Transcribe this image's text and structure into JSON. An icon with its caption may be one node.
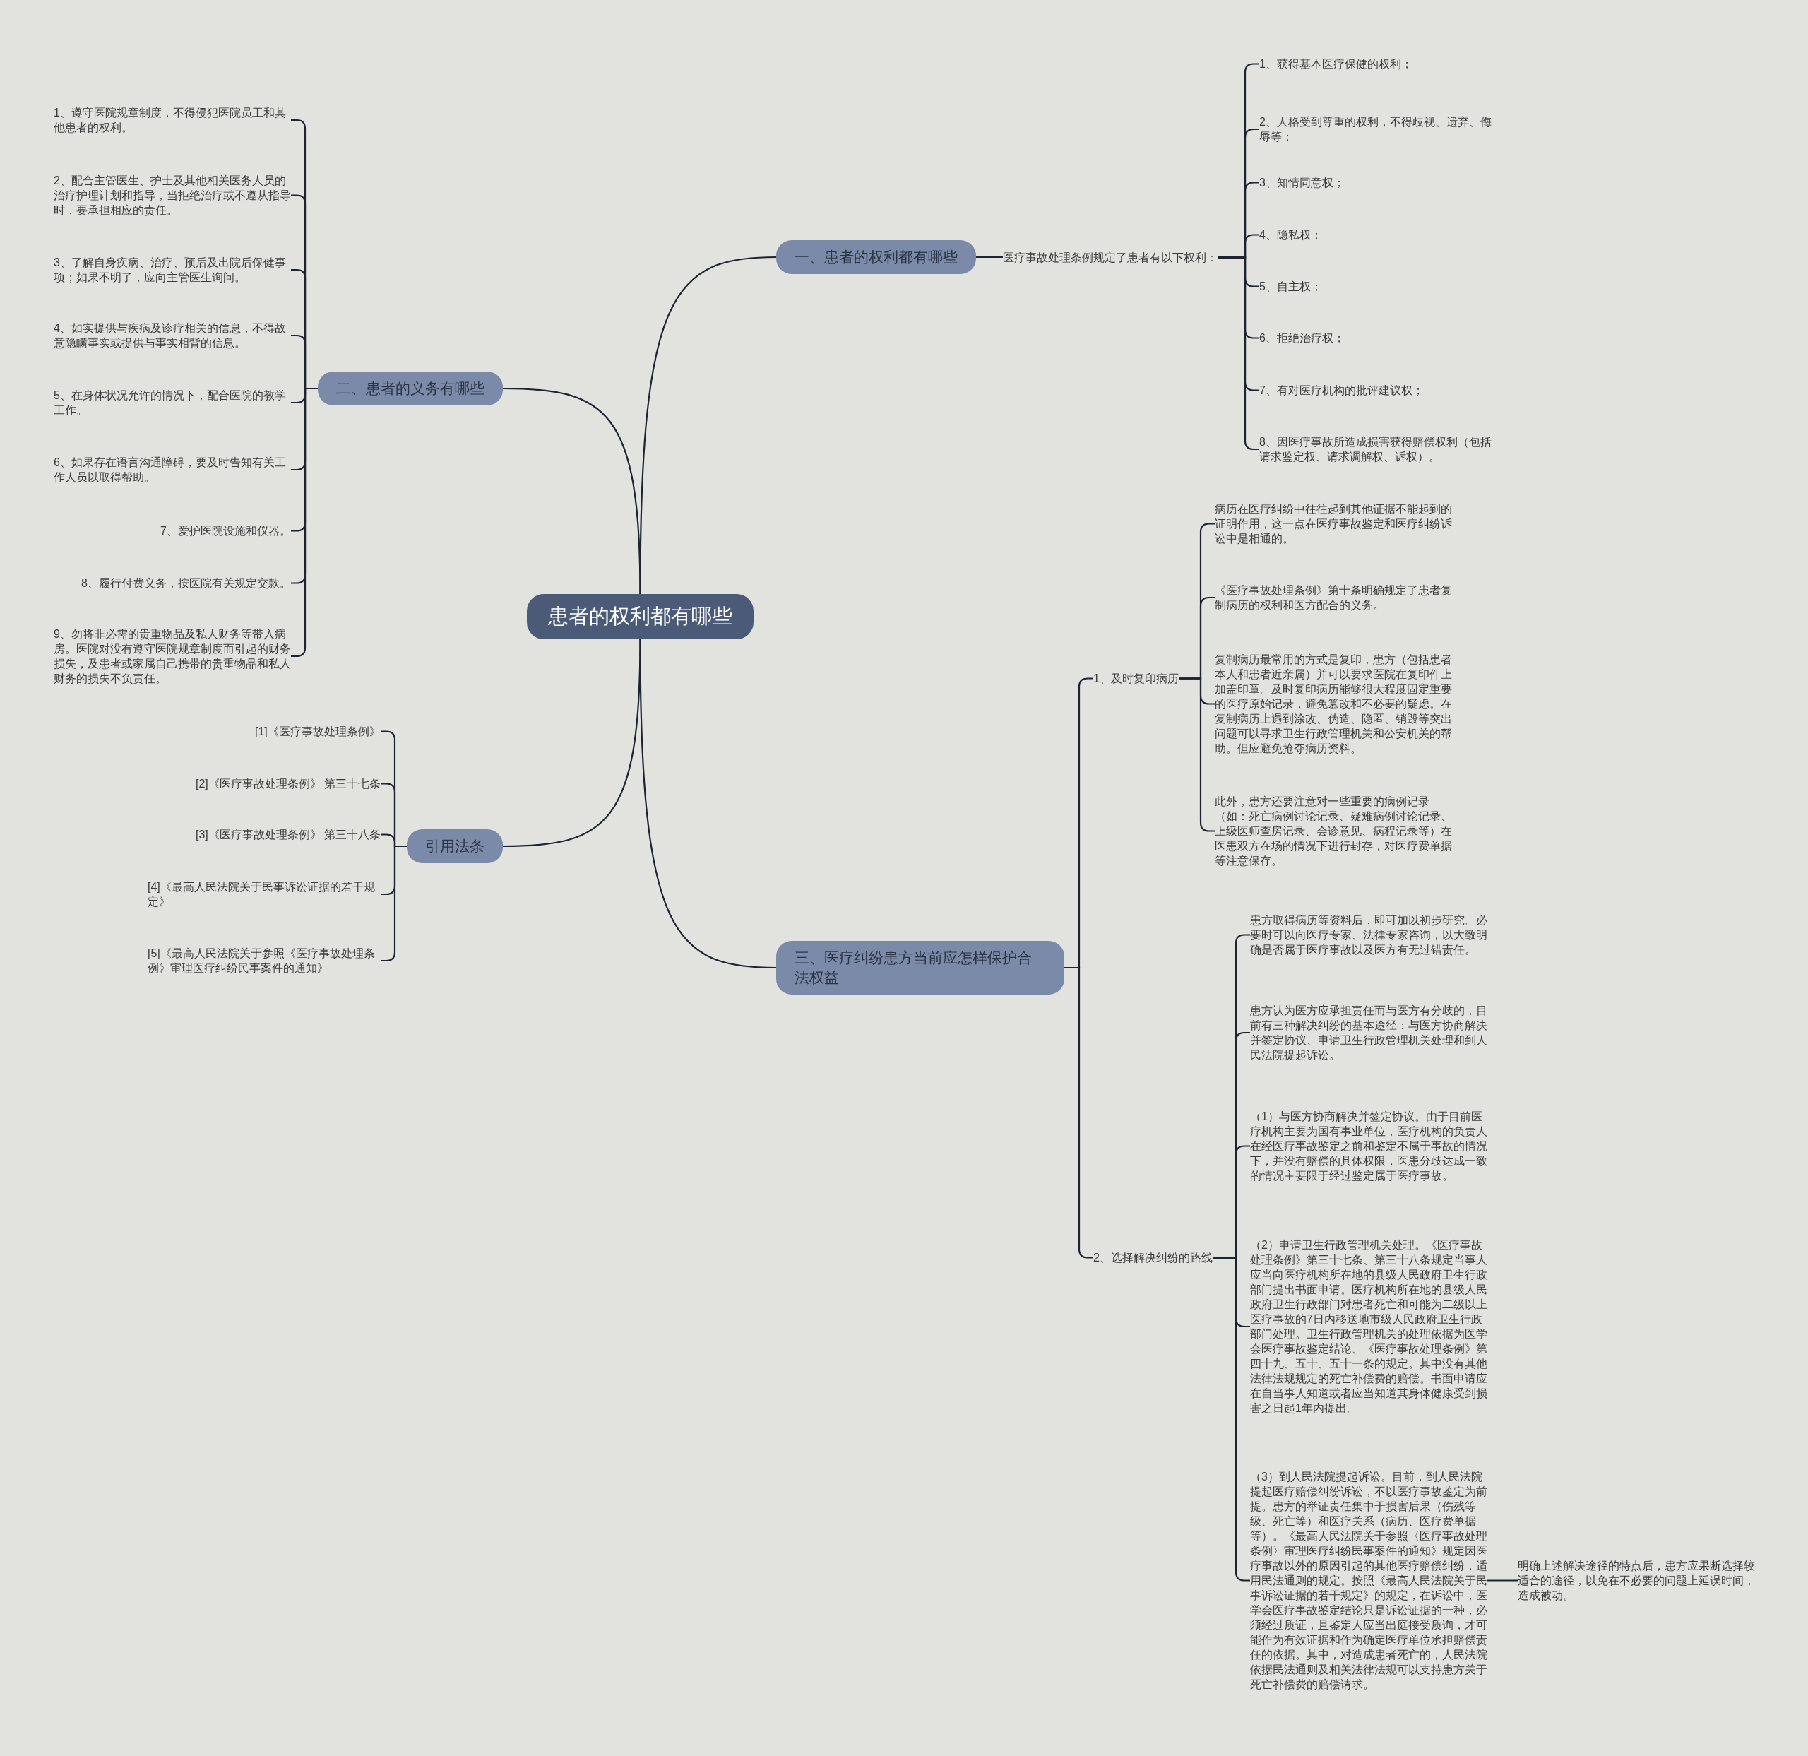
{
  "diagram": {
    "nodes": [
      {
        "text": [
          "患者的权利都有哪些"
        ]
      },
      {
        "text": [
          "一、患者的权利都有哪些"
        ]
      },
      {
        "text": [
          "医疗事故处理条例规定了患者有以下权利："
        ]
      },
      {
        "text": [
          "1、获得基本医疗保健的权利；"
        ]
      },
      {
        "text": [
          "2、人格受到尊重的权利，不得歧视、遗弃、侮辱等；"
        ]
      },
      {
        "text": [
          "3、知情同意权；"
        ]
      },
      {
        "text": [
          "4、隐私权；"
        ]
      },
      {
        "text": [
          "5、自主权；"
        ]
      },
      {
        "text": [
          "6、拒绝治疗权；"
        ]
      },
      {
        "text": [
          "7、有对医疗机构的批评建议权；"
        ]
      },
      {
        "text": [
          "8、因医疗事故所造成损害获得赔偿权利（包括请求鉴定权、请求调解权、诉权）。"
        ]
      },
      {
        "text": [
          "二、患者的义务有哪些"
        ]
      },
      {
        "text": [
          "1、遵守医院规章制度，不得侵犯医院员工和其他患者的权利。"
        ]
      },
      {
        "text": [
          "2、配合主管医生、护士及其他相关医务人员的治疗护理计划和指导，当拒绝治疗或不遵从指导时，要承担相应的责任。"
        ]
      },
      {
        "text": [
          "3、了解自身疾病、治疗、预后及出院后保健事项；如果不明了，应向主管医生询问。"
        ]
      },
      {
        "text": [
          "4、如实提供与疾病及诊疗相关的信息，不得故意隐瞒事实或提供与事实相背的信息。"
        ]
      },
      {
        "text": [
          "5、在身体状况允许的情况下，配合医院的教学工作。"
        ]
      },
      {
        "text": [
          "6、如果存在语言沟通障碍，要及时告知有关工作人员以取得帮助。"
        ]
      },
      {
        "text": [
          "7、爱护医院设施和仪器。"
        ]
      },
      {
        "text": [
          "8、履行付费义务，按医院有关规定交款。"
        ]
      },
      {
        "text": [
          "9、勿将非必需的贵重物品及私人财务等带入病房。医院对没有遵守医院规章制度而引起的财务损失，及患者或家属自己携带的贵重物品和私人财务的损失不负责任。"
        ]
      },
      {
        "text": [
          "引用法条"
        ]
      },
      {
        "text": [
          "[1]《医疗事故处理条例》"
        ]
      },
      {
        "text": [
          "[2]《医疗事故处理条例》 第三十七条"
        ]
      },
      {
        "text": [
          "[3]《医疗事故处理条例》 第三十八条"
        ]
      },
      {
        "text": [
          "[4]《最高人民法院关于民事诉讼证据的若干规定》"
        ]
      },
      {
        "text": [
          "[5]《最高人民法院关于参照《医疗事故处理条例》审理医疗纠纷民事案件的通知》"
        ]
      },
      {
        "text": [
          "三、医疗纠纷患方当前应怎样保护合法权益"
        ]
      },
      {
        "text": [
          "1、及时复印病历"
        ]
      },
      {
        "text": [
          "病历在医疗纠纷中往往起到其他证据不能起到的证明作用，这一点在医疗事故鉴定和医疗纠纷诉讼中是相通的。"
        ]
      },
      {
        "text": [
          "《医疗事故处理条例》第十条明确规定了患者复制病历的权利和医方配合的义务。"
        ]
      },
      {
        "text": [
          "复制病历最常用的方式是复印，患方（包括患者本人和患者近亲属）并可以要求医院在复印件上加盖印章。及时复印病历能够很大程度固定重要的医疗原始记录，避免篡改和不必要的疑虑。在复制病历上遇到涂改、伪造、隐匿、销毁等突出问题可以寻求卫生行政管理机关和公安机关的帮助。但应避免抢夺病历资料。"
        ]
      },
      {
        "text": [
          "此外，患方还要注意对一些重要的病例记录（如：死亡病例讨论记录、疑难病例讨论记录、上级医师查房记录、会诊意见、病程记录等）在医患双方在场的情况下进行封存，对医疗费单据等注意保存。"
        ]
      },
      {
        "text": [
          "2、选择解决纠纷的路线"
        ]
      },
      {
        "text": [
          "患方取得病历等资料后，即可加以初步研究。必要时可以向医疗专家、法律专家咨询，以大致明确是否属于医疗事故以及医方有无过错责任。"
        ]
      },
      {
        "text": [
          "患方认为医方应承担责任而与医方有分歧的，目前有三种解决纠纷的基本途径：与医方协商解决并签定协议、申请卫生行政管理机关处理和到人民法院提起诉讼。"
        ]
      },
      {
        "text": [
          "（1）与医方协商解决并签定协议。由于目前医疗机构主要为国有事业单位，医疗机构的负责人在经医疗事故鉴定之前和鉴定不属于事故的情况下，并没有赔偿的具体权限，医患分歧达成一致的情况主要限于经过鉴定属于医疗事故。"
        ]
      },
      {
        "text": [
          "（2）申请卫生行政管理机关处理。《医疗事故处理条例》第三十七条、第三十八条规定当事人应当向医疗机构所在地的县级人民政府卫生行政部门提出书面申请。医疗机构所在地的县级人民政府卫生行政部门对患者死亡和可能为二级以上医疗事故的7日内移送地市级人民政府卫生行政部门处理。卫生行政管理机关的处理依据为医学会医疗事故鉴定结论、《医疗事故处理条例》第四十九、五十、五十一条的规定。其中没有其他法律法规规定的死亡补偿费的赔偿。书面申请应在自当事人知道或者应当知道其身体健康受到损害之日起1年内提出。"
        ]
      },
      {
        "text": [
          "（3）到人民法院提起诉讼。目前，到人民法院提起医疗赔偿纠纷诉讼，不以医疗事故鉴定为前提。患方的举证责任集中于损害后果（伤残等级、死亡等）和医疗关系（病历、医疗费单据等）。《最高人民法院关于参照〈医疗事故处理条例〉审理医疗纠纷民事案件的通知》规定因医疗事故以外的原因引起的其他医疗赔偿纠纷，适用民法通则的规定。按照《最高人民法院关于民事诉讼证据的若干规定》的规定，在诉讼中，医学会医疗事故鉴定结论只是诉讼证据的一种，必须经过质证，且鉴定人应当出庭接受质询，才可能作为有效证据和作为确定医疗单位承担赔偿责任的依据。其中，对造成患者死亡的，人民法院依据民法通则及相关法律法规可以支持患方关于死亡补偿费的赔偿请求。"
        ]
      },
      {
        "text": [
          "明确上述解决途径的特点后，患方应果断选择较适合的途径，以免在不必要的问题上延误时间，造成被动。"
        ]
      }
    ],
    "edges": [
      {
        "from": 0,
        "to": 1,
        "arrow": "none"
      },
      {
        "from": 1,
        "to": 2,
        "arrow": "none"
      },
      {
        "from": 2,
        "to": 3,
        "arrow": "none"
      },
      {
        "from": 2,
        "to": 4,
        "arrow": "none"
      },
      {
        "from": 2,
        "to": 5,
        "arrow": "none"
      },
      {
        "from": 2,
        "to": 6,
        "arrow": "none"
      },
      {
        "from": 2,
        "to": 7,
        "arrow": "none"
      },
      {
        "from": 2,
        "to": 8,
        "arrow": "none"
      },
      {
        "from": 2,
        "to": 9,
        "arrow": "none"
      },
      {
        "from": 2,
        "to": 10,
        "arrow": "none"
      },
      {
        "from": 0,
        "to": 11,
        "arrow": "none"
      },
      {
        "from": 11,
        "to": 12,
        "arrow": "none"
      },
      {
        "from": 11,
        "to": 13,
        "arrow": "none"
      },
      {
        "from": 11,
        "to": 14,
        "arrow": "none"
      },
      {
        "from": 11,
        "to": 15,
        "arrow": "none"
      },
      {
        "from": 11,
        "to": 16,
        "arrow": "none"
      },
      {
        "from": 11,
        "to": 17,
        "arrow": "none"
      },
      {
        "from": 11,
        "to": 18,
        "arrow": "none"
      },
      {
        "from": 11,
        "to": 19,
        "arrow": "none"
      },
      {
        "from": 11,
        "to": 20,
        "arrow": "none"
      },
      {
        "from": 0,
        "to": 21,
        "arrow": "none"
      },
      {
        "from": 21,
        "to": 22,
        "arrow": "none"
      },
      {
        "from": 21,
        "to": 23,
        "arrow": "none"
      },
      {
        "from": 21,
        "to": 24,
        "arrow": "none"
      },
      {
        "from": 21,
        "to": 25,
        "arrow": "none"
      },
      {
        "from": 21,
        "to": 26,
        "arrow": "none"
      },
      {
        "from": 0,
        "to": 27,
        "arrow": "none"
      },
      {
        "from": 27,
        "to": 28,
        "arrow": "none"
      },
      {
        "from": 28,
        "to": 29,
        "arrow": "none"
      },
      {
        "from": 28,
        "to": 30,
        "arrow": "none"
      },
      {
        "from": 28,
        "to": 31,
        "arrow": "none"
      },
      {
        "from": 28,
        "to": 32,
        "arrow": "none"
      },
      {
        "from": 27,
        "to": 33,
        "arrow": "none"
      },
      {
        "from": 33,
        "to": 34,
        "arrow": "none"
      },
      {
        "from": 33,
        "to": 35,
        "arrow": "none"
      },
      {
        "from": 33,
        "to": 36,
        "arrow": "none"
      },
      {
        "from": 33,
        "to": 37,
        "arrow": "none"
      },
      {
        "from": 33,
        "to": 38,
        "arrow": "none"
      },
      {
        "from": 38,
        "to": 39,
        "arrow": "none"
      }
    ]
  }
}
